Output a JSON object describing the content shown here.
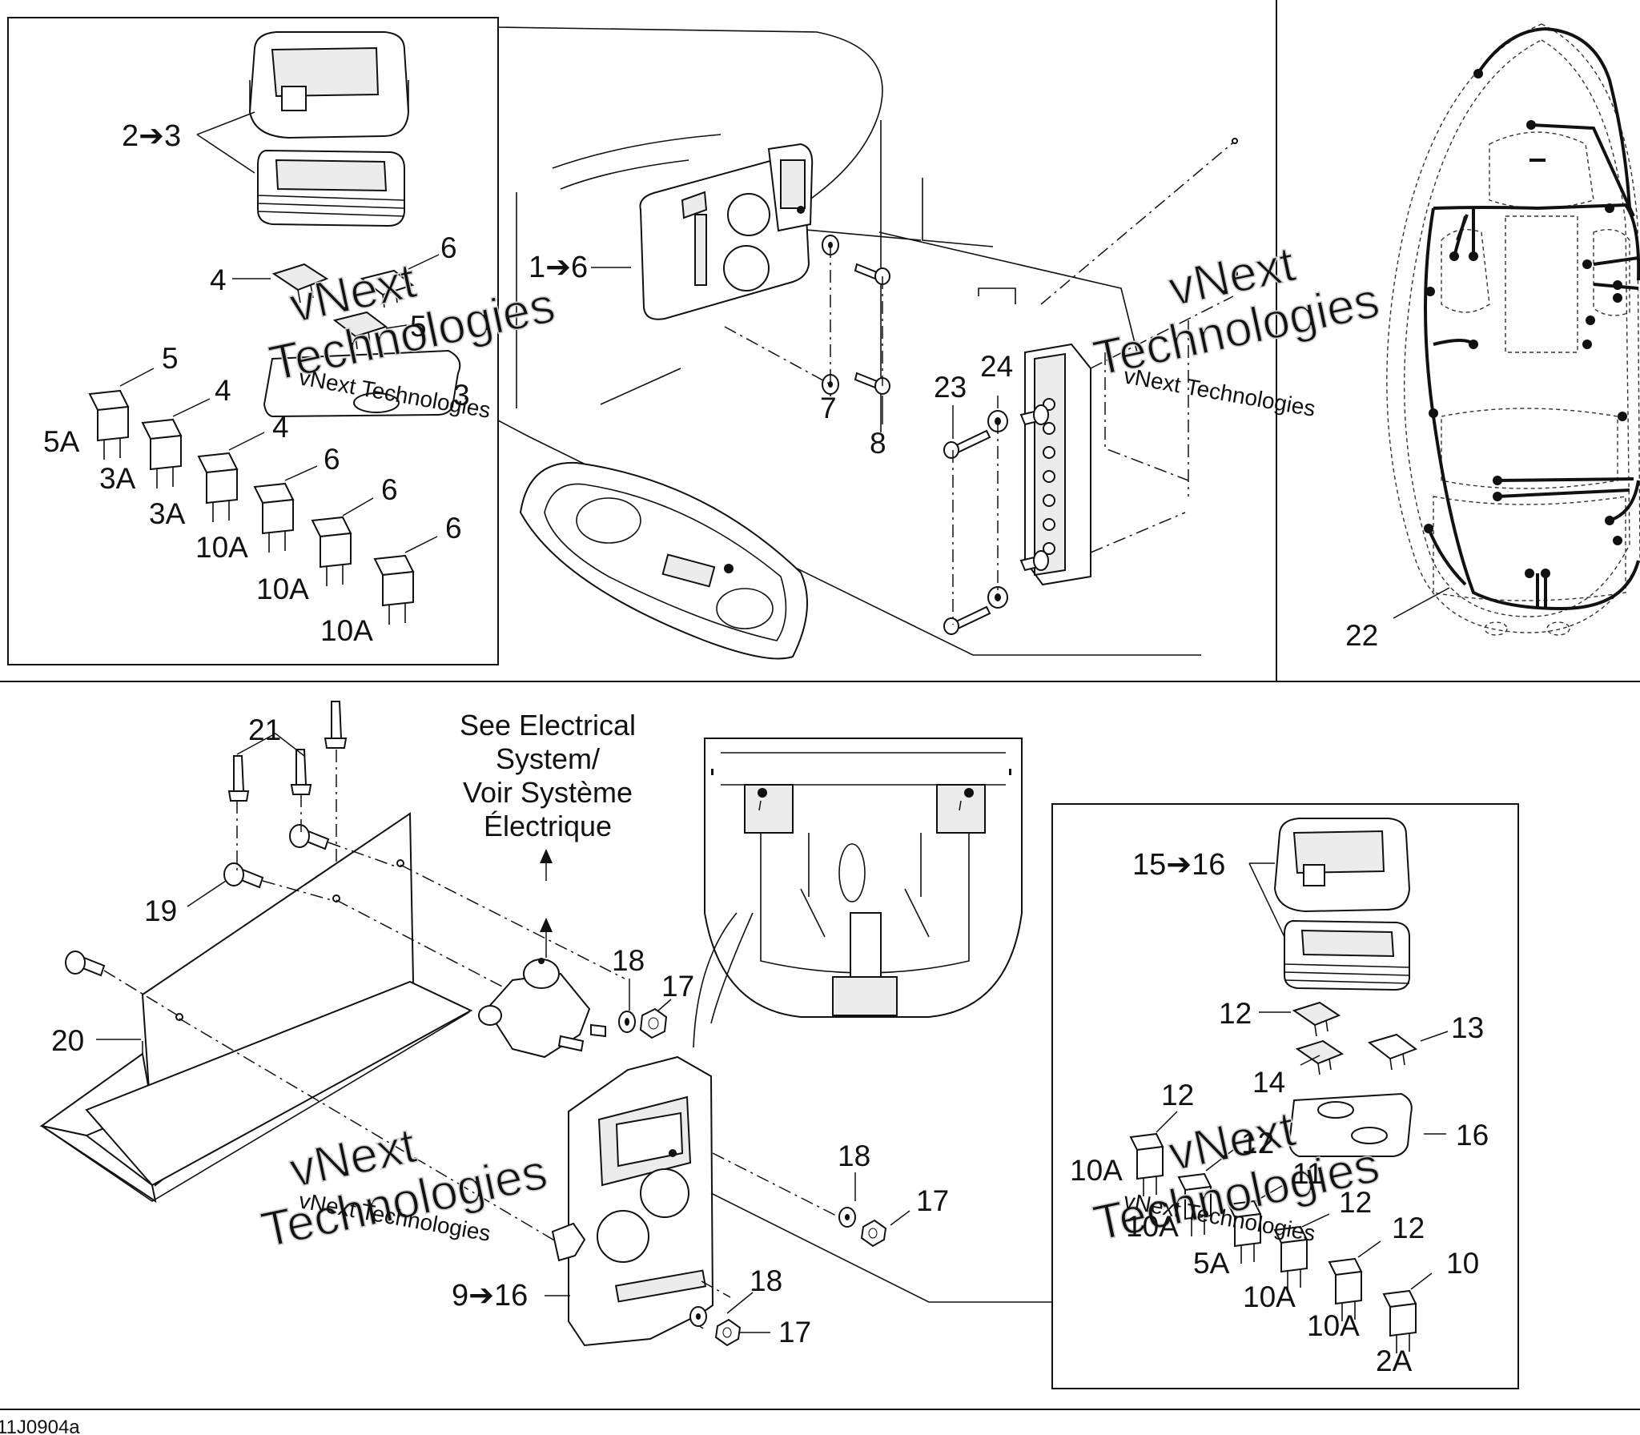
{
  "figure_id": "11J0904a",
  "watermark": {
    "company": "vNext Technologies",
    "word1": "vNext",
    "word2": "Technologies"
  },
  "callouts": {
    "c_2_3": "2➔3",
    "c_1_6": "1➔6",
    "c_4a": "4",
    "c_6a": "6",
    "c_5a": "5",
    "c_3a": "3",
    "c_5b": "5",
    "c_4b": "4",
    "c_4c": "4",
    "c_6b": "6",
    "c_6c": "6",
    "c_6d": "6",
    "c_7": "7",
    "c_8": "8",
    "c_23": "23",
    "c_24": "24",
    "c_22": "22",
    "c_21": "21",
    "c_19": "19",
    "c_20": "20",
    "c_18a": "18",
    "c_17a": "17",
    "c_18b": "18",
    "c_17b": "17",
    "c_18c": "18",
    "c_17c": "17",
    "c_9_16": "9➔16",
    "c_15_16": "15➔16",
    "c_12a": "12",
    "c_13": "13",
    "c_14": "14",
    "c_16": "16",
    "c_12b": "12",
    "c_12c": "12",
    "c_11": "11",
    "c_12d": "12",
    "c_12e": "12",
    "c_10": "10"
  },
  "ratings": {
    "r_5a": "5A",
    "r_3a_1": "3A",
    "r_3a_2": "3A",
    "r_10a_1": "10A",
    "r_10a_2": "10A",
    "r_10a_3": "10A",
    "r_b_10a_1": "10A",
    "r_b_10a_2": "10A",
    "r_b_5a": "5A",
    "r_b_10a_3": "10A",
    "r_b_10a_4": "10A",
    "r_b_2a": "2A"
  },
  "note": {
    "line1": "See Electrical",
    "line2": "System/",
    "line3": "Voir Système",
    "line4": "Électrique"
  }
}
